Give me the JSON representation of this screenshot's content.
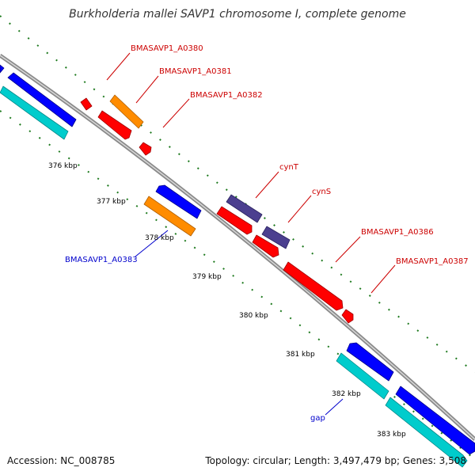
{
  "title": "Burkholderia mallei SAVP1 chromosome I, complete genome",
  "footer": {
    "accession": "Accession: NC_008785",
    "summary": "Topology: circular; Length: 3,497,479 bp; Genes: 3,508"
  },
  "colors": {
    "forward_cds": "#ff0000",
    "forward_other": "#ff8c00",
    "forward_alt": "#4b3f8f",
    "reverse_cds": "#0000ff",
    "reverse_shadow": "#00cccc",
    "backbone": "#8a8a8a",
    "tick": "#1e7a1e",
    "label_forward": "#cc0000",
    "label_reverse": "#0000cc"
  },
  "scale": {
    "labels": [
      "376 kbp",
      "377 kbp",
      "378 kbp",
      "379 kbp",
      "380 kbp",
      "381 kbp",
      "382 kbp",
      "383 kbp"
    ]
  },
  "gene_labels": {
    "forward": [
      "BMASAVP1_A0380",
      "BMASAVP1_A0381",
      "BMASAVP1_A0382",
      "cynT",
      "cynS",
      "BMASAVP1_A0386",
      "BMASAVP1_A0387"
    ],
    "reverse": [
      "BMASAVP1_A0383",
      "gap"
    ]
  }
}
